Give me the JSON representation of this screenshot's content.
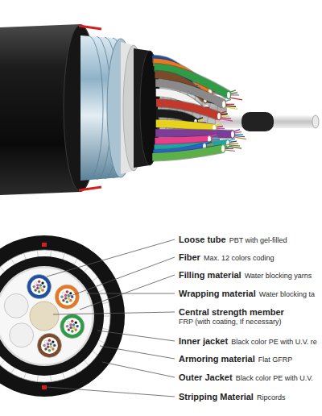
{
  "diagram": {
    "labels": [
      "Loose tube",
      "PBT with gel-filled",
      "Fiber",
      "Max. 12 colors coding",
      "Filling material",
      "Water blocking yarns",
      "Wrapping material",
      "Water blocking ta",
      "Central strength member",
      "FRP (with coating, If necessary)",
      "Inner jacket",
      "Black color PE with U.V. re",
      "Armoring material",
      "Flat GFRP",
      "Outer Jacket",
      "Black color PE with U.V.",
      "Stripping Material",
      "Ripcords"
    ]
  }
}
